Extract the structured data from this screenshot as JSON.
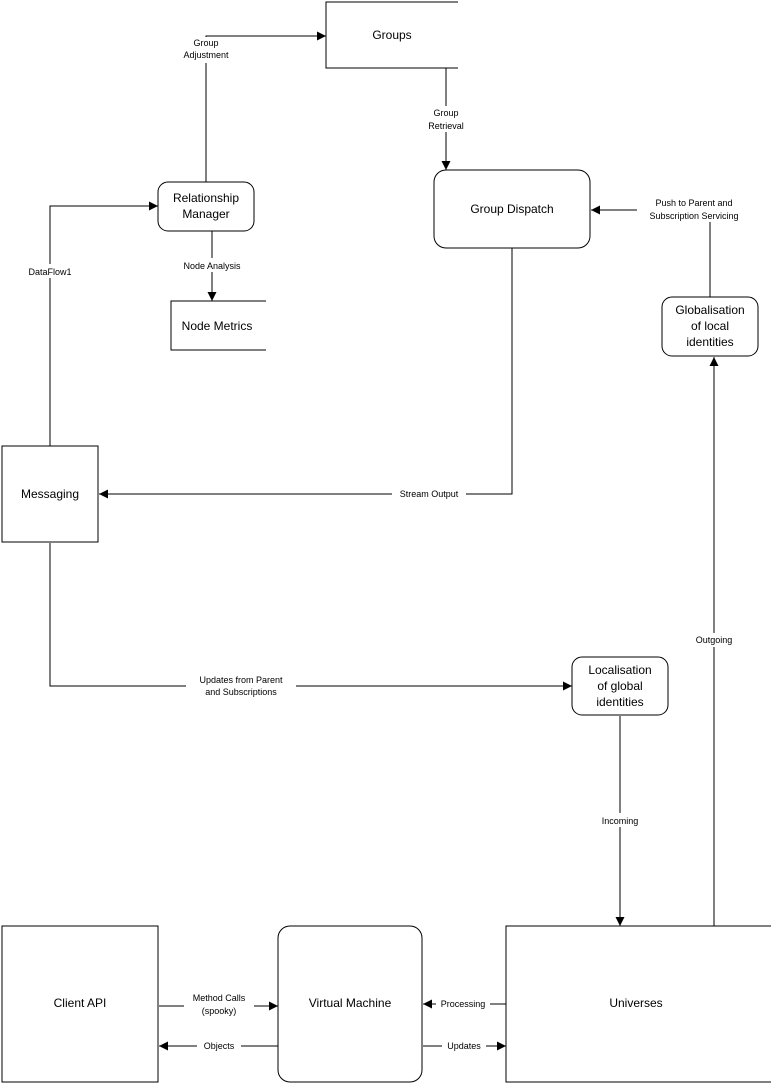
{
  "nodes": {
    "groups": "Groups",
    "relationship_manager": [
      "Relationship",
      "Manager"
    ],
    "node_metrics": "Node Metrics",
    "group_dispatch": "Group Dispatch",
    "globalisation": [
      "Globalisation",
      "of local",
      "identities"
    ],
    "messaging": "Messaging",
    "localisation": [
      "Localisation",
      "of global",
      "identities"
    ],
    "client_api": "Client API",
    "virtual_machine": "Virtual Machine",
    "universes": "Universes"
  },
  "edges": {
    "group_adjustment": [
      "Group",
      "Adjustment"
    ],
    "group_retrieval": [
      "Group",
      "Retrieval"
    ],
    "node_analysis": "Node Analysis",
    "dataflow1": "DataFlow1",
    "push_to_parent": [
      "Push to Parent and",
      "Subscription Servicing"
    ],
    "stream_output": "Stream Output",
    "updates_from_parent": [
      "Updates from Parent",
      "and Subscriptions"
    ],
    "outgoing": "Outgoing",
    "incoming": "Incoming",
    "method_calls": [
      "Method Calls",
      "(spooky)"
    ],
    "objects": "Objects",
    "processing": "Processing",
    "updates": "Updates"
  }
}
